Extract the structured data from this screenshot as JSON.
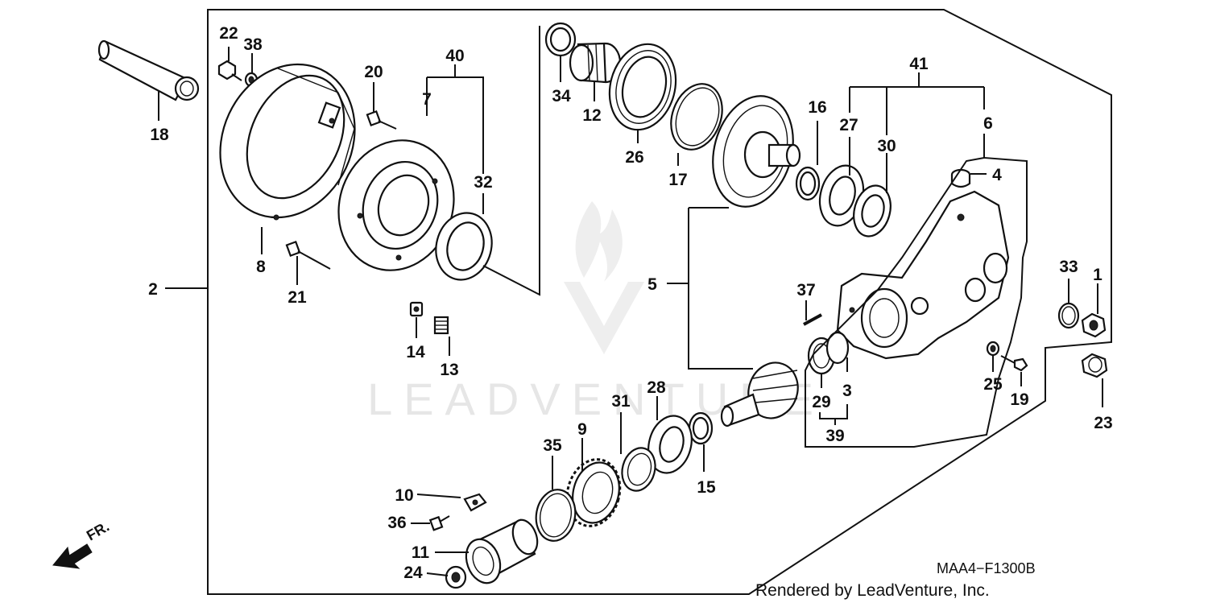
{
  "watermark": {
    "text": "LEADVENTURE"
  },
  "diagram_code": "MAA4−F1300B",
  "credit": "Rendered by LeadVenture, Inc.",
  "direction_label": "FR.",
  "part_labels": {
    "p1": "1",
    "p2": "2",
    "p3": "3",
    "p4": "4",
    "p5": "5",
    "p6": "6",
    "p7": "7",
    "p8": "8",
    "p9": "9",
    "p10": "10",
    "p11": "11",
    "p12": "12",
    "p13": "13",
    "p14": "14",
    "p15": "15",
    "p16": "16",
    "p17": "17",
    "p18": "18",
    "p19": "19",
    "p20": "20",
    "p21": "21",
    "p22": "22",
    "p23": "23",
    "p24": "24",
    "p25": "25",
    "p26": "26",
    "p27": "27",
    "p28": "28",
    "p29": "29",
    "p30": "30",
    "p31": "31",
    "p32": "32",
    "p33": "33",
    "p34": "34",
    "p35": "35",
    "p36": "36",
    "p37": "37",
    "p38": "38",
    "p39": "39",
    "p40": "40",
    "p41": "41"
  }
}
